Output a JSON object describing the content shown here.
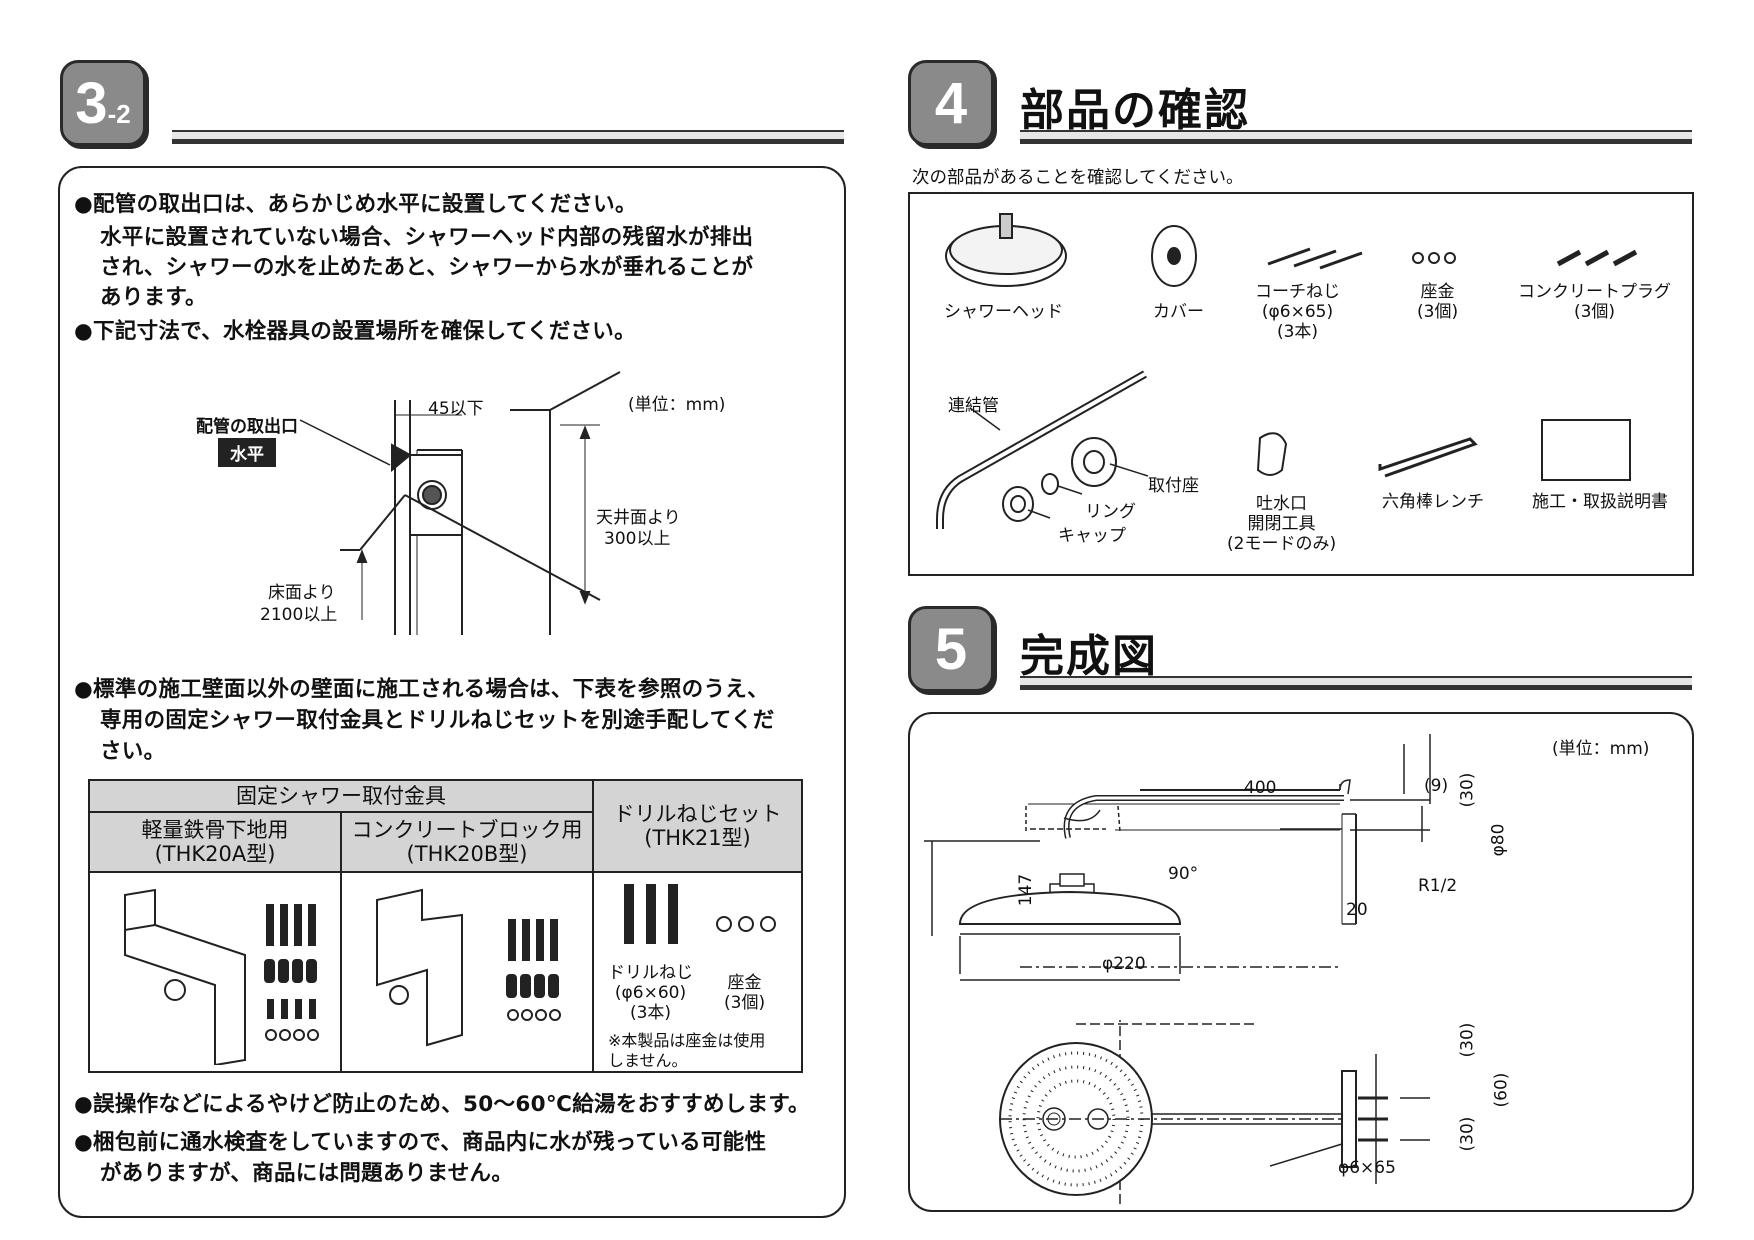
{
  "left": {
    "badge": {
      "num": "3",
      "sub": "-2"
    },
    "bullets": [
      "●配管の取出口は、あらかじめ水平に設置してください。",
      "水平に設置されていない場合、シャワーヘッド内部の残留水が排出",
      "され、シャワーの水を止めたあと、シャワーから水が垂れることが",
      "あります。",
      "●下記寸法で、水栓器具の設置場所を確保してください。"
    ],
    "diagram": {
      "unit": "(単位：mm)",
      "outlet_label": "配管の取出口",
      "level_badge": "水平",
      "dim_top": "45以下",
      "ceiling_1": "天井面より",
      "ceiling_2": "300以上",
      "floor_1": "床面より",
      "floor_2": "2100以上"
    },
    "wall_note": [
      "●標準の施工壁面以外の壁面に施工される場合は、下表を参照のうえ、",
      "専用の固定シャワー取付金具とドリルねじセットを別途手配してくだ",
      "さい。"
    ],
    "table": {
      "group_header": "固定シャワー取付金具",
      "col1": [
        "軽量鉄骨下地用",
        "(THK20A型)"
      ],
      "col2": [
        "コンクリートブロック用",
        "(THK20B型)"
      ],
      "col3": [
        "ドリルねじセット",
        "(THK21型)"
      ],
      "screw_label": [
        "ドリルねじ",
        "(φ6×60)",
        "(3本)"
      ],
      "washer_label": [
        "座金",
        "(3個)"
      ],
      "note": [
        "※本製品は座金は使用",
        "しません。"
      ]
    },
    "bottom_bullets": [
      "●誤操作などによるやけど防止のため、50〜60℃給湯をおすすめします。",
      "●梱包前に通水検査をしていますので、商品内に水が残っている可能性",
      "がありますが、商品には問題ありません。"
    ]
  },
  "right": {
    "sec4": {
      "num": "4",
      "title": "部品の確認",
      "intro": "次の部品があることを確認してください。"
    },
    "parts": {
      "shower_head": "シャワーヘッド",
      "cover": "カバー",
      "coach_screw": [
        "コーチねじ",
        "(φ6×65)",
        "(3本)"
      ],
      "washer": [
        "座金",
        "(3個)"
      ],
      "plug": [
        "コンクリートプラグ",
        "(3個)"
      ],
      "pipe": "連結管",
      "mount_seat": "取付座",
      "ring": "リング",
      "cap": "キャップ",
      "spout_tool": [
        "吐水口",
        "開閉工具",
        "(2モードのみ)"
      ],
      "hex_wrench": "六角棒レンチ",
      "manual": "施工・取扱説明書"
    },
    "sec5": {
      "num": "5",
      "title": "完成図"
    },
    "drawing": {
      "unit": "(単位：mm)",
      "d400": "400",
      "d9": "(9)",
      "d30a": "(30)",
      "d80": "φ80",
      "d90": "90°",
      "d147": "147",
      "r12": "R1/2",
      "d20": "20",
      "d220": "φ220",
      "d30b": "(30)",
      "d60": "(60)",
      "d30c": "(30)",
      "screw": "φ6×65"
    }
  }
}
